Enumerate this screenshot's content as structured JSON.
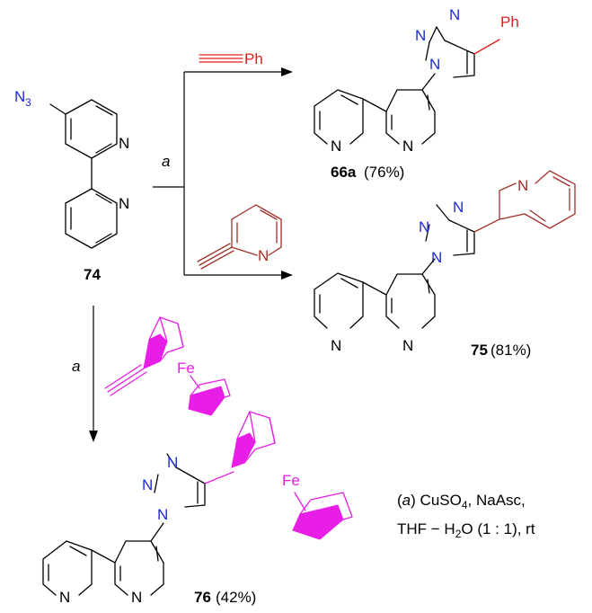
{
  "compounds": {
    "c74": {
      "label": "74",
      "azide": "N",
      "azide_sub": "3",
      "ring_n": "N"
    },
    "c66a": {
      "label": "66a",
      "yield": "(76%)",
      "substituent": "Ph"
    },
    "c75": {
      "label": "75",
      "yield": "(81%)"
    },
    "c76": {
      "label": "76",
      "yield": "(42%)",
      "metal": "Fe"
    }
  },
  "reagents": {
    "phenylacetylene": "Ph",
    "ferrocene_metal": "Fe",
    "arrow_label": "a"
  },
  "conditions": {
    "open": "(",
    "tag": "a",
    "close": ")",
    "line1_rest": " CuSO",
    "line1_sub": "4",
    "line1_end": ", NaAsc,",
    "line2_a": "THF − H",
    "line2_sub": "2",
    "line2_b": "O (1 : 1), rt"
  },
  "colors": {
    "azide": "#1d2bd6",
    "triazole": "#1d2bd6",
    "phenyl_label": "#e0201b",
    "pyridyl": "#a0302a",
    "ferrocene": "#e81ee6"
  }
}
